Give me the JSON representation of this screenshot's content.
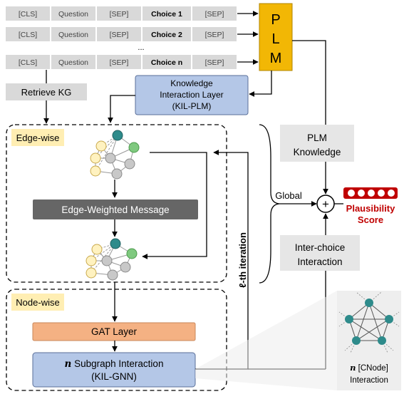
{
  "input_rows": [
    {
      "cells": [
        "[CLS]",
        "Question",
        "[SEP]",
        "Choice 1",
        "[SEP]"
      ]
    },
    {
      "cells": [
        "[CLS]",
        "Question",
        "[SEP]",
        "Choice 2",
        "[SEP]"
      ]
    },
    {
      "cells": [
        "[CLS]",
        "Question",
        "[SEP]",
        "Choice n",
        "[SEP]"
      ]
    }
  ],
  "ellipsis": "...",
  "plm": {
    "letters": [
      "P",
      "L",
      "M"
    ]
  },
  "retrieve_kg": "Retrieve KG",
  "kil_plm": {
    "line1": "Knowledge",
    "line2": "Interaction Layer",
    "line3": "(KIL-PLM)"
  },
  "edge_wise": {
    "tag": "Edge-wise",
    "message_box": "Edge-Weighted Message"
  },
  "iteration_label": "ℓ-th iteration",
  "node_wise": {
    "tag": "Node-wise",
    "gat_layer": "GAT Layer",
    "subgraph_n": "n",
    "subgraph_line1": " Subgraph Interaction",
    "subgraph_line2": "(KIL-GNN)"
  },
  "plm_knowledge": {
    "line1": "PLM",
    "line2": "Knowledge"
  },
  "global_label": "Global",
  "plus_symbol": "+",
  "plausibility": {
    "line1": "Plausibility",
    "line2": "Score"
  },
  "inter_choice": {
    "line1": "Inter-choice",
    "line2": "Interaction"
  },
  "cnode": {
    "n": "n",
    "line1": " [CNode]",
    "line2": "Interaction"
  },
  "colors": {
    "plm_fill": "#f2b705",
    "blue_fill": "#b4c7e7",
    "blue_stroke": "#5a6f99",
    "tag_fill": "#ffeeb3",
    "gray_dark": "#666666",
    "orange_fill": "#f4b183",
    "score_red": "#c00000",
    "node_teal": "#2e8b8b",
    "node_green": "#7fc97f",
    "node_cream": "#fff2c0",
    "node_gray": "#c8c8c8"
  }
}
